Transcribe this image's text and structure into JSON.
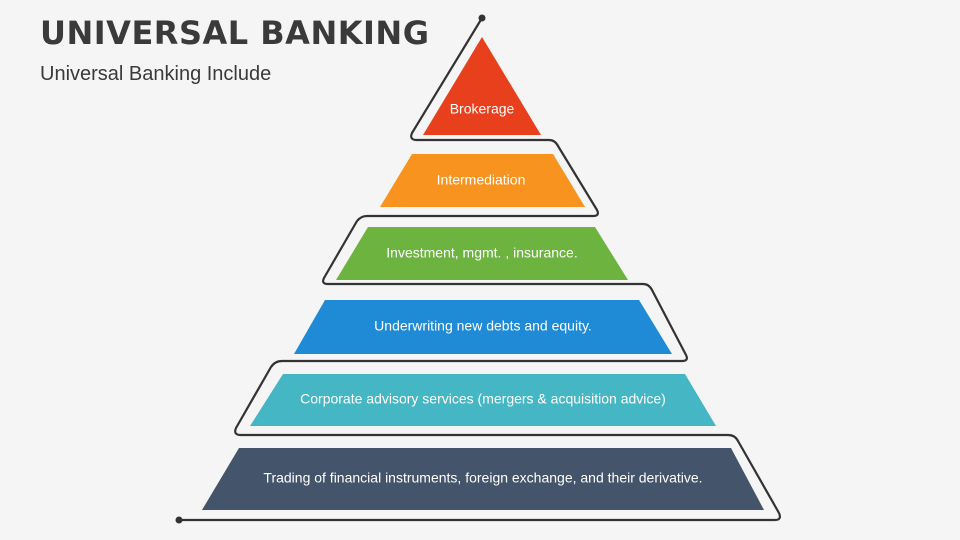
{
  "slide": {
    "title": "UNIVERSAL BANKING",
    "subtitle": "Universal Banking Include"
  },
  "pyramid": {
    "tiers": [
      {
        "label": "Brokerage",
        "color": "#e8401c"
      },
      {
        "label": "Intermediation",
        "color": "#f7931e"
      },
      {
        "label": "Investment, mgmt. , insurance.",
        "color": "#6db33f"
      },
      {
        "label": "Underwriting new debts and equity.",
        "color": "#1f8ad6"
      },
      {
        "label": "Corporate advisory services (mergers & acquisition advice)",
        "color": "#45b6c4"
      },
      {
        "label": "Trading of financial instruments, foreign exchange, and their derivative.",
        "color": "#44546a"
      }
    ],
    "outline_color": "#333333"
  }
}
